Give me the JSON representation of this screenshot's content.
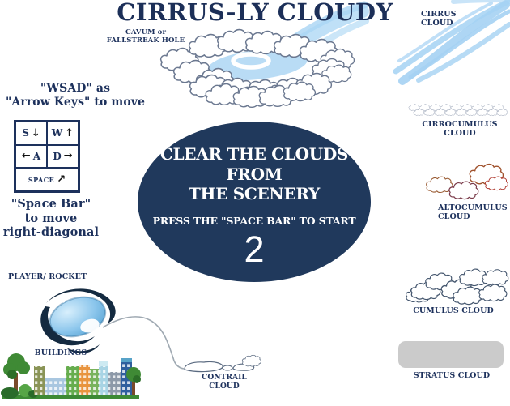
{
  "title": "CIRRUS-LY CLOUDY",
  "cavum_label": "CAVUM or\nFALLSTREAK HOLE",
  "instructions": {
    "wsad_heading": "\"WSAD\" as\n\"Arrow Keys\" to move",
    "space_note": "\"Space Bar\"\nto move\nright-diagonal",
    "keys": {
      "s": "S",
      "w": "W",
      "a": "A",
      "d": "D",
      "space": "SPACE",
      "arrow_down": "↓",
      "arrow_up": "↑",
      "arrow_left": "←",
      "arrow_right": "→",
      "arrow_diag": "↗"
    }
  },
  "dialog": {
    "heading": "CLEAR THE CLOUDS\nFROM\nTHE SCENERY",
    "subtext": "PRESS THE \"SPACE BAR\" TO START",
    "countdown": "2"
  },
  "legend": {
    "cirrus": "CIRRUS\nCLOUD",
    "cirrocumulus": "CIRROCUMULUS\nCLOUD",
    "altocumulus": "ALTOCUMULUS\nCLOUD",
    "cumulus": "CUMULUS CLOUD",
    "stratus": "STRATUS CLOUD"
  },
  "scene": {
    "player_label": "PLAYER/ ROCKET",
    "buildings_label": "BUILDINGS",
    "contrail_label": "CONTRAIL CLOUD"
  },
  "colors": {
    "navy_text": "#1d315c",
    "dialog_bg": "#20395c",
    "cirrus_blue": "#a5d2f3",
    "cloud_outline": "#5a6a80",
    "stratus_gray": "#cbcbcb"
  }
}
